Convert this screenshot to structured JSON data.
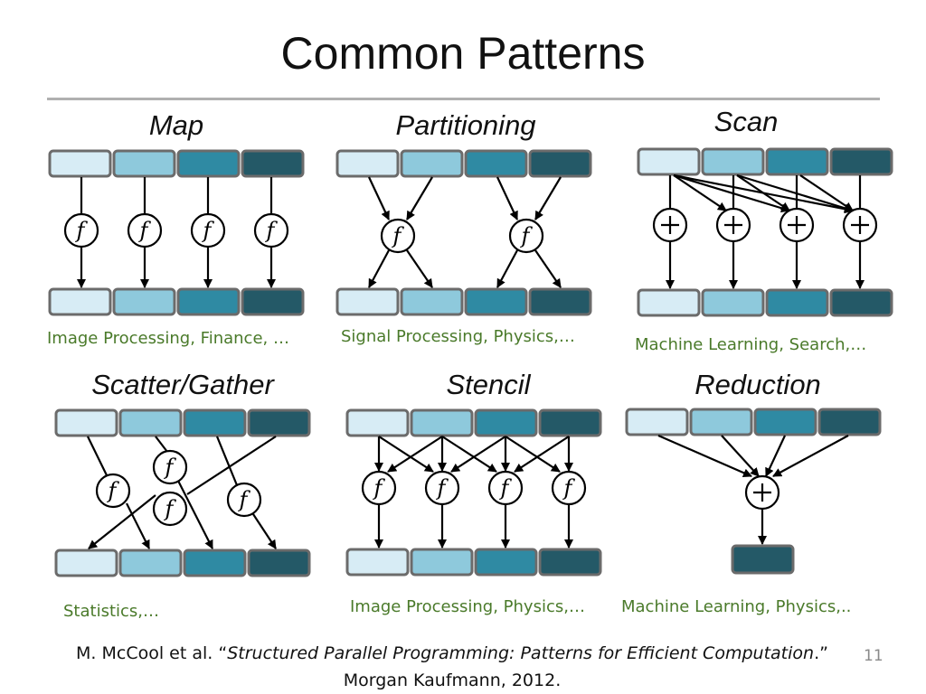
{
  "slide": {
    "title": "Common Patterns",
    "page_number": "11",
    "citation_line1_pre": "M. McCool et al. “",
    "citation_book": "Structured Parallel Programming: Patterns for Efficient Computation",
    "citation_line1_post": ".”",
    "citation_line2": "Morgan Kaufmann, 2012."
  },
  "colors": {
    "cell_1": "#d7ecf5",
    "cell_2": "#8ec9dc",
    "cell_3": "#2f8aa3",
    "cell_4": "#245967",
    "cell_border": "#6b6b6b",
    "application_text": "#4a7a2a",
    "rule": "#b0b0b0"
  },
  "node_label_f": "f",
  "patterns": [
    {
      "id": "map",
      "name": "Map",
      "applications": "Image Processing, Finance, …",
      "node_symbol": "f"
    },
    {
      "id": "partitioning",
      "name": "Partitioning",
      "applications": "Signal Processing, Physics,…",
      "node_symbol": "f"
    },
    {
      "id": "scan",
      "name": "Scan",
      "applications": "Machine Learning, Search,…",
      "node_symbol": "+"
    },
    {
      "id": "scatter-gather",
      "name": "Scatter/Gather",
      "applications": "Statistics,…",
      "node_symbol": "f"
    },
    {
      "id": "stencil",
      "name": "Stencil",
      "applications": "Image Processing, Physics,…",
      "node_symbol": "f"
    },
    {
      "id": "reduction",
      "name": "Reduction",
      "applications": "Machine Learning, Physics,..",
      "node_symbol": "+"
    }
  ]
}
